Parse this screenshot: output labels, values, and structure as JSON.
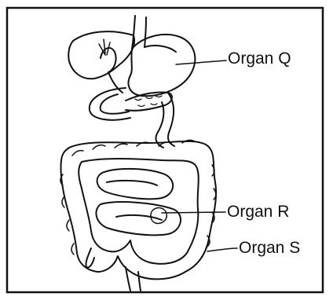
{
  "labels": {
    "organ_q": "Organ Q",
    "organ_r": "Organ R",
    "organ_s": "Organ S"
  },
  "colors": {
    "stroke": "#111111",
    "background": "#ffffff"
  }
}
